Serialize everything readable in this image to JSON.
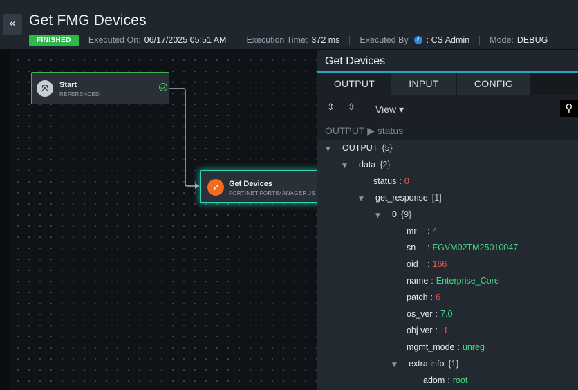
{
  "header": {
    "title": "Get FMG Devices",
    "status": "FINISHED",
    "executed_on_label": "Executed On:",
    "executed_on": "06/17/2025 05:51 AM",
    "execution_time_label": "Execution Time:",
    "execution_time": "372 ms",
    "executed_by_label": "Executed By",
    "executed_by": "CS Admin",
    "mode_label": "Mode:",
    "mode": "DEBUG",
    "collapse_icon": "«"
  },
  "canvas": {
    "start_node": {
      "title": "Start",
      "subtitle": "REFERENCED"
    },
    "step_node": {
      "title": "Get Devices",
      "subtitle": "FORTINET FORTIMANAGER JS"
    }
  },
  "panel": {
    "title": "Get Devices",
    "tabs": [
      "OUTPUT",
      "INPUT",
      "CONFIG"
    ],
    "view_label": "View ▾",
    "path": "OUTPUT ▶ status"
  },
  "tree": {
    "output": {
      "key": "OUTPUT",
      "count": "{5}"
    },
    "data": {
      "key": "data",
      "count": "{2}"
    },
    "status": {
      "key": "status",
      "value": "0"
    },
    "get_response": {
      "key": "get_response",
      "count": "[1]"
    },
    "item0": {
      "key": "0",
      "count": "{9}"
    },
    "mr": {
      "key": "mr",
      "value": "4"
    },
    "sn": {
      "key": "sn",
      "value": "FGVM02TM25010047"
    },
    "oid": {
      "key": "oid",
      "value": "166"
    },
    "name": {
      "key": "name",
      "value": "Enterprise_Core"
    },
    "patch": {
      "key": "patch",
      "value": "6"
    },
    "os_ver": {
      "key": "os_ver",
      "value": "7.0"
    },
    "obj_ver": {
      "key": "obj ver",
      "value": "-1"
    },
    "mgmt_mode": {
      "key": "mgmt_mode",
      "value": "unreg"
    },
    "extra_info": {
      "key": "extra info",
      "count": "{1}"
    },
    "adom": {
      "key": "adom",
      "value": "root"
    }
  },
  "colors": {
    "accent": "#24a6c4",
    "finished": "#2db84a",
    "string_value": "#3ddc84",
    "number_value": "#f25656",
    "fortinet": "#f26b21"
  }
}
